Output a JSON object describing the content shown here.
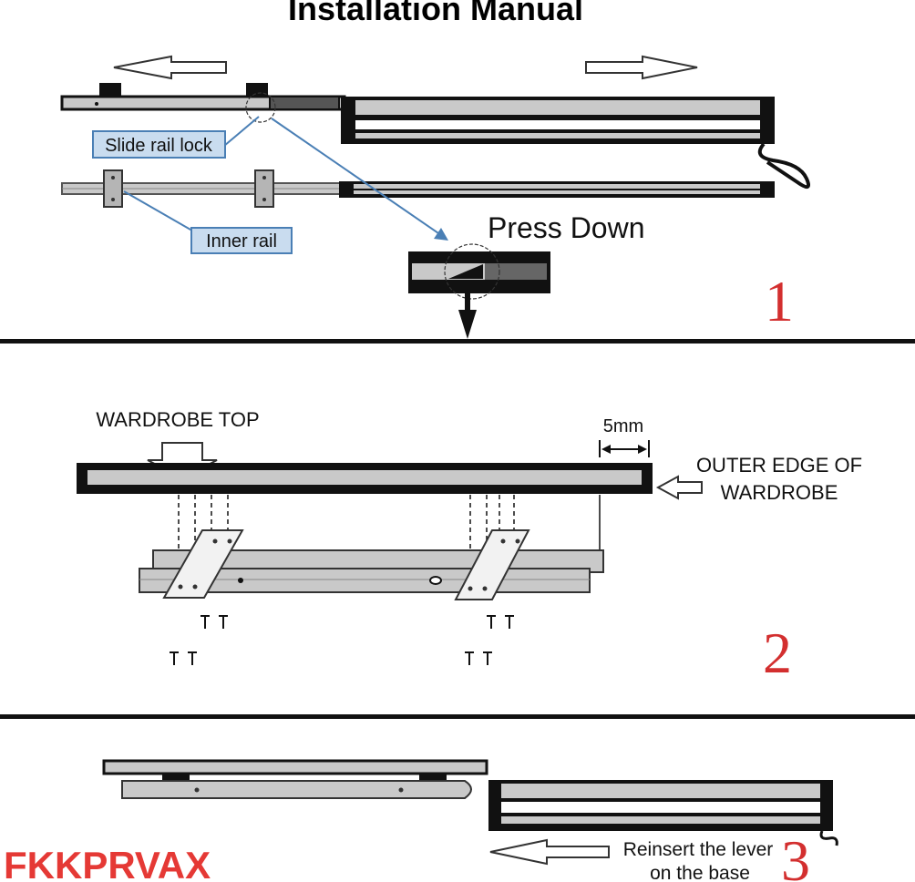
{
  "title": "Installation Manual",
  "step1": {
    "number": "1",
    "label_slide_rail_lock": "Slide rail lock",
    "label_inner_rail": "Inner rail",
    "label_press_down": "Press Down"
  },
  "step2": {
    "number": "2",
    "label_wardrobe_top": "WARDROBE TOP",
    "label_gap": "5mm",
    "label_outer_edge_line1": "OUTER EDGE OF",
    "label_outer_edge_line2": "WARDROBE"
  },
  "step3": {
    "number": "3",
    "label_reinsert_line1": "Reinsert the lever",
    "label_reinsert_line2": "on the base"
  },
  "brand": "FKKPRVAX",
  "colors": {
    "rail_fill": "#c9c9c9",
    "rail_dark": "#111111",
    "label_box_fill": "#c9dcef",
    "label_box_stroke": "#4a7fb5",
    "leader_line": "#4a7fb5",
    "step_number": "#d32f2f",
    "brand": "#e53935"
  }
}
